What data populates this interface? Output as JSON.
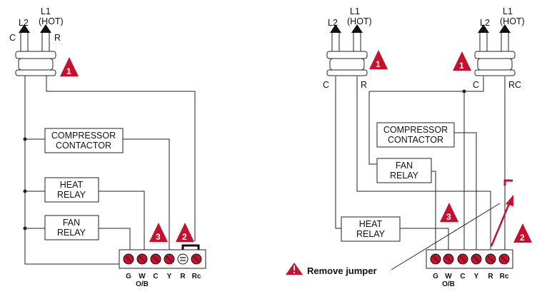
{
  "left_diagram": {
    "l1_label": "L1",
    "hot_label": "(HOT)",
    "l2_label": "L2",
    "c_label": "C",
    "r_label": "R",
    "warning_1": "1",
    "warning_2": "2",
    "warning_3": "3",
    "compressor_line1": "COMPRESSOR",
    "compressor_line2": "CONTACTOR",
    "heat_line1": "HEAT",
    "heat_line2": "RELAY",
    "fan_line1": "FAN",
    "fan_line2": "RELAY",
    "terminals": [
      "G",
      "W",
      "C",
      "Y",
      "R",
      "Rc"
    ],
    "ob_label": "O/B"
  },
  "right_diagram": {
    "left_transformer": {
      "l2_label": "L2",
      "l1_label": "L1",
      "hot_label": "(HOT)",
      "c_label": "C",
      "r_label": "R",
      "warning": "1"
    },
    "right_transformer": {
      "l2_label": "L2",
      "l1_label": "L1",
      "hot_label": "(HOT)",
      "c_label": "C",
      "rc_label": "RC",
      "warning": "1"
    },
    "compressor_line1": "COMPRESSOR",
    "compressor_line2": "CONTACTOR",
    "fan_line1": "FAN",
    "fan_line2": "RELAY",
    "heat_line1": "HEAT",
    "heat_line2": "RELAY",
    "warning_2": "2",
    "warning_3": "3",
    "remove_jumper": "Remove jumper",
    "terminals": [
      "G",
      "W",
      "C",
      "Y",
      "R",
      "Rc"
    ],
    "ob_label": "O/B"
  },
  "colors": {
    "warning": "#c8102e",
    "wire": "#222222"
  }
}
